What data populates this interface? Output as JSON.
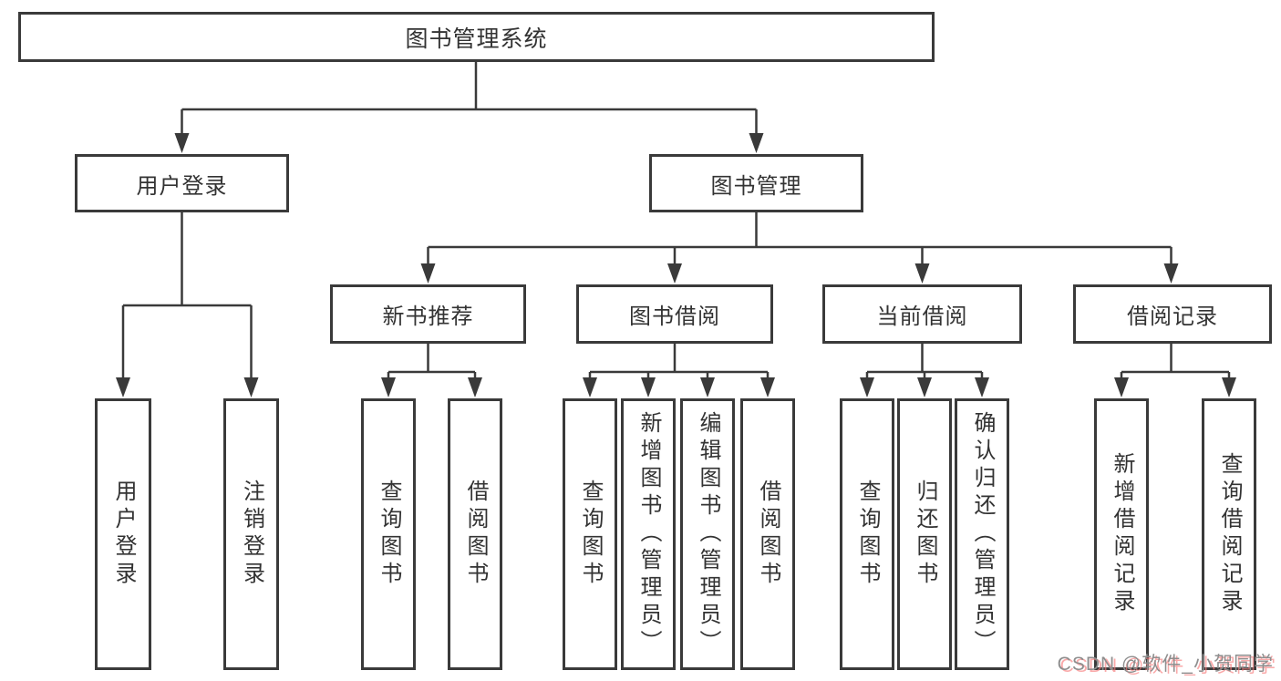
{
  "tree": {
    "label": "图书管理系统",
    "children": [
      {
        "label": "用户登录",
        "children": [
          {
            "label": "用户登录"
          },
          {
            "label": "注销登录"
          }
        ]
      },
      {
        "label": "图书管理",
        "children": [
          {
            "label": "新书推荐",
            "children": [
              {
                "label": "查询图书"
              },
              {
                "label": "借阅图书"
              }
            ]
          },
          {
            "label": "图书借阅",
            "children": [
              {
                "label": "查询图书"
              },
              {
                "label": "新增图书（管理员）"
              },
              {
                "label": "编辑图书（管理员）"
              },
              {
                "label": "借阅图书"
              }
            ]
          },
          {
            "label": "当前借阅",
            "children": [
              {
                "label": "查询图书"
              },
              {
                "label": "归还图书"
              },
              {
                "label": "确认归还（管理员）"
              }
            ]
          },
          {
            "label": "借阅记录",
            "children": [
              {
                "label": "新增借阅记录"
              },
              {
                "label": "查询借阅记录"
              }
            ]
          }
        ]
      }
    ]
  },
  "watermark": {
    "text": "CSDN @软件_小贺同学"
  },
  "colors": {
    "line": "#3a3a3a",
    "box_border": "#3a3a3a",
    "text": "#333333",
    "watermark_gray": "#8e8e8e",
    "watermark_red": "#f77c7c",
    "background": "#ffffff"
  }
}
